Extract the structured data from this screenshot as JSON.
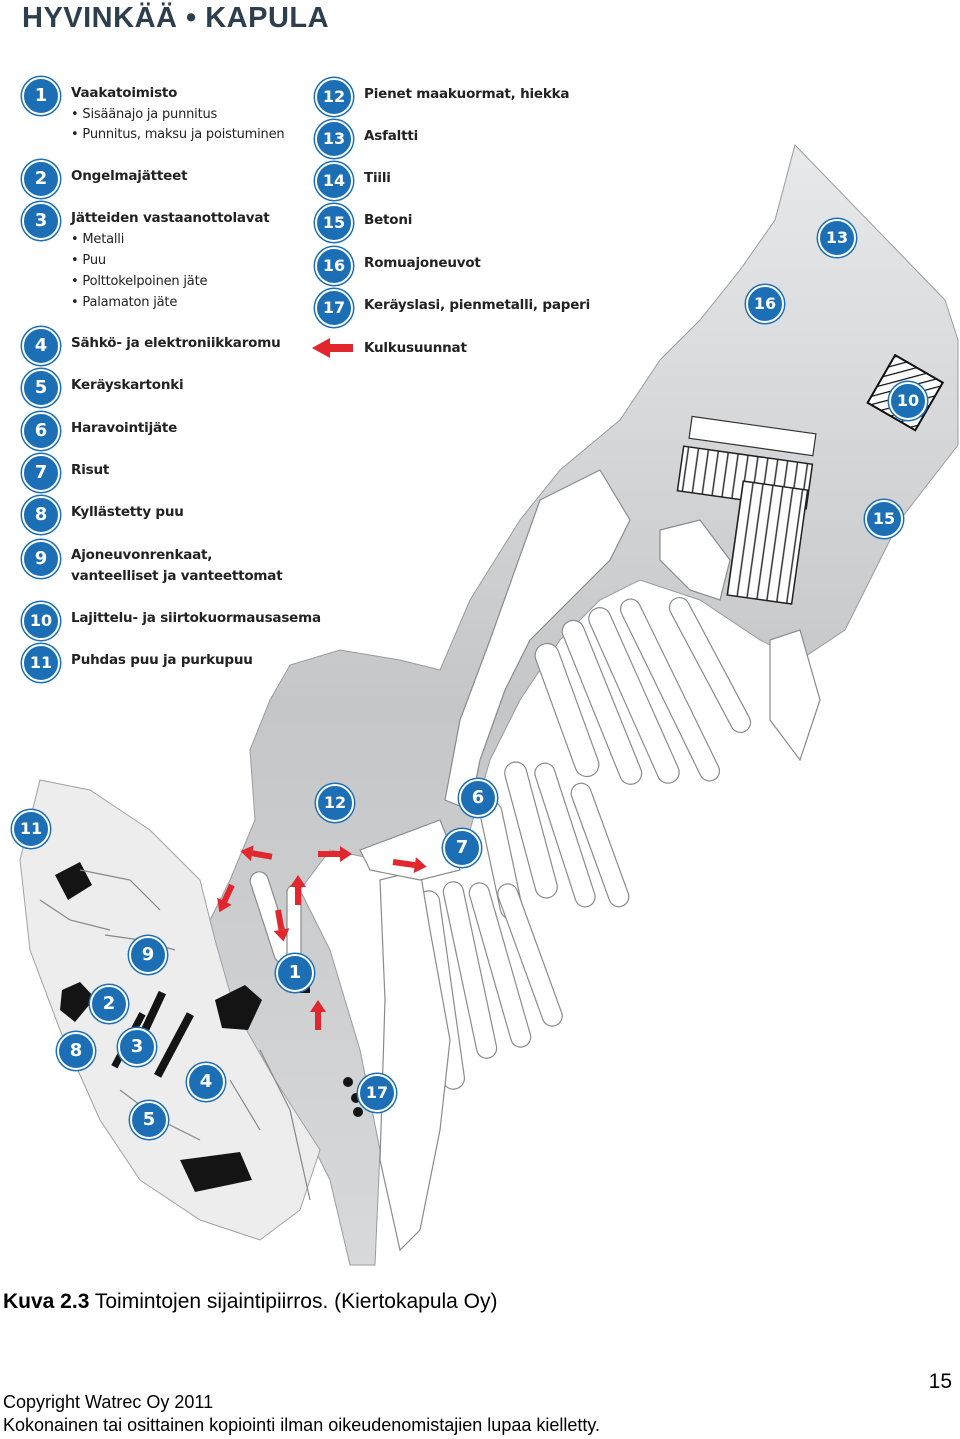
{
  "map": {
    "title": "HYVINKÄÄ • KAPULA",
    "accent_color": "#1d6fb5",
    "arrow_color": "#e1262d",
    "road_color": "#c8c9cb"
  },
  "legend_left": [
    {
      "num": "1",
      "label": "Vaakatoimisto",
      "subs": [
        "Sisäänajo ja punnitus",
        "Punnitus, maksu ja poistuminen"
      ]
    },
    {
      "num": "2",
      "label": "Ongelmajätteet",
      "subs": []
    },
    {
      "num": "3",
      "label": "Jätteiden vastaanottolavat",
      "subs": [
        "Metalli",
        "Puu",
        "Polttokelpoinen jäte",
        "Palamaton jäte"
      ]
    },
    {
      "num": "4",
      "label": "Sähkö- ja elektroniikkaromu",
      "subs": []
    },
    {
      "num": "5",
      "label": "Keräyskartonki",
      "subs": []
    },
    {
      "num": "6",
      "label": "Haravointijäte",
      "subs": []
    },
    {
      "num": "7",
      "label": "Risut",
      "subs": []
    },
    {
      "num": "8",
      "label": "Kyllästetty puu",
      "subs": []
    },
    {
      "num": "9",
      "label": "Ajoneuvonrenkaat,",
      "subs": [],
      "line2": "vanteelliset ja vanteettomat"
    },
    {
      "num": "10",
      "label": "Lajittelu- ja siirtokuormausasema",
      "subs": []
    },
    {
      "num": "11",
      "label": "Puhdas puu ja purkupuu",
      "subs": []
    }
  ],
  "legend_right": [
    {
      "num": "12",
      "label": "Pienet maakuormat, hiekka"
    },
    {
      "num": "13",
      "label": "Asfaltti"
    },
    {
      "num": "14",
      "label": "Tiili"
    },
    {
      "num": "15",
      "label": "Betoni"
    },
    {
      "num": "16",
      "label": "Romuajoneuvot"
    },
    {
      "num": "17",
      "label": "Keräyslasi, pienmetalli, paperi"
    }
  ],
  "legend_arrow_label": "Kulkusuunnat",
  "markers": [
    "13",
    "16",
    "10",
    "15",
    "12",
    "6",
    "7",
    "11",
    "9",
    "1",
    "2",
    "8",
    "3",
    "4",
    "17",
    "5"
  ],
  "caption": {
    "prefix": "Kuva 2.3",
    "text": "Toimintojen sijaintipiirros.  (Kiertokapula Oy)"
  },
  "footer": {
    "page_number": "15",
    "copyright": "Copyright Watrec Oy 2011",
    "notice": "Kokonainen tai osittainen kopiointi ilman oikeudenomistajien lupaa kielletty."
  }
}
